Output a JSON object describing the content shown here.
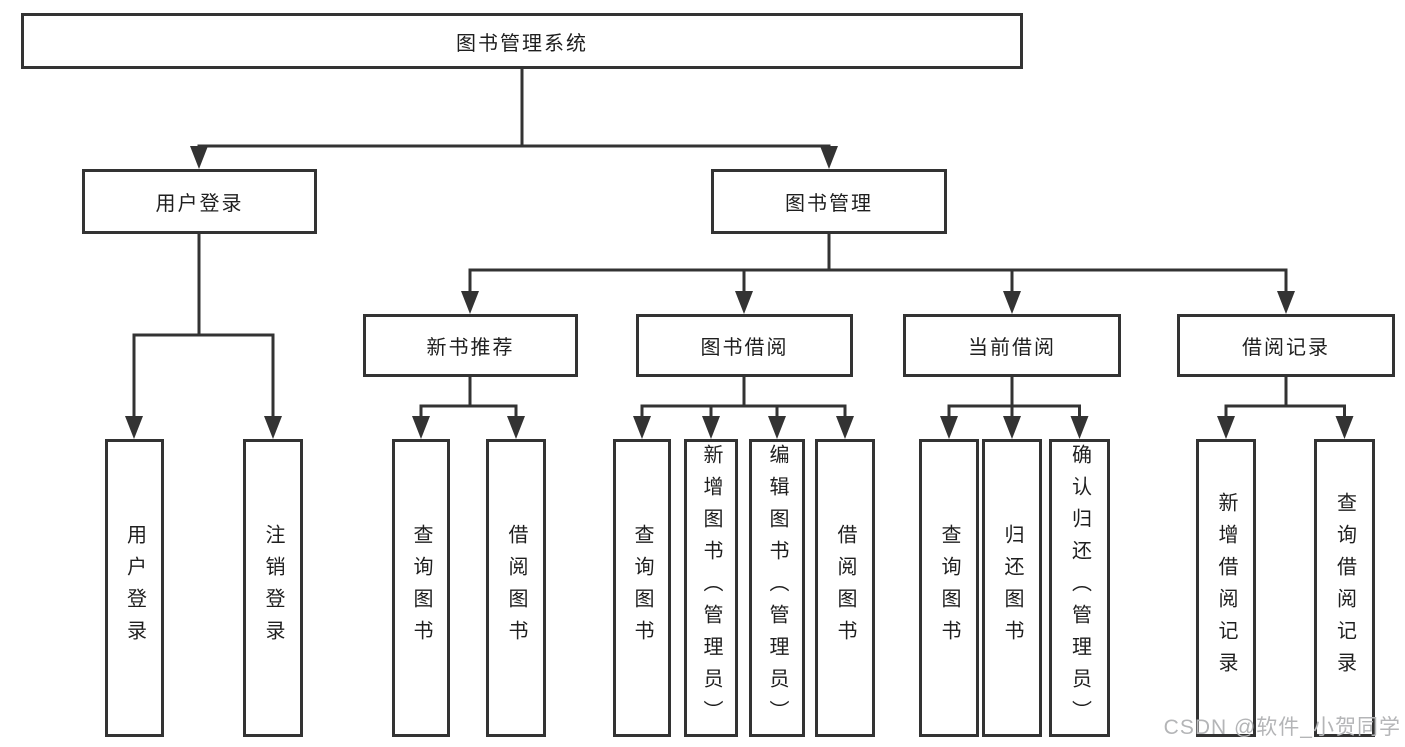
{
  "root": {
    "label": "图书管理系统"
  },
  "branches": [
    {
      "label": "用户登录",
      "leaves": [
        {
          "label": "用户登录"
        },
        {
          "label": "注销登录"
        }
      ]
    },
    {
      "label": "图书管理",
      "sections": [
        {
          "label": "新书推荐",
          "leaves": [
            {
              "label": "查询图书"
            },
            {
              "label": "借阅图书"
            }
          ]
        },
        {
          "label": "图书借阅",
          "leaves": [
            {
              "label": "查询图书"
            },
            {
              "label": "新增图书（管理员）"
            },
            {
              "label": "编辑图书（管理员）"
            },
            {
              "label": "借阅图书"
            }
          ]
        },
        {
          "label": "当前借阅",
          "leaves": [
            {
              "label": "查询图书"
            },
            {
              "label": "归还图书"
            },
            {
              "label": "确认归还（管理员）"
            }
          ]
        },
        {
          "label": "借阅记录",
          "leaves": [
            {
              "label": "新增借阅记录"
            },
            {
              "label": "查询借阅记录"
            }
          ]
        }
      ]
    }
  ],
  "watermark": {
    "text": "CSDN @软件_小贺同学"
  },
  "colors": {
    "line": "#333333",
    "box_border": "#333333",
    "text": "#1f1f1f",
    "background": "#ffffff",
    "watermark": "#b4b5b7"
  }
}
